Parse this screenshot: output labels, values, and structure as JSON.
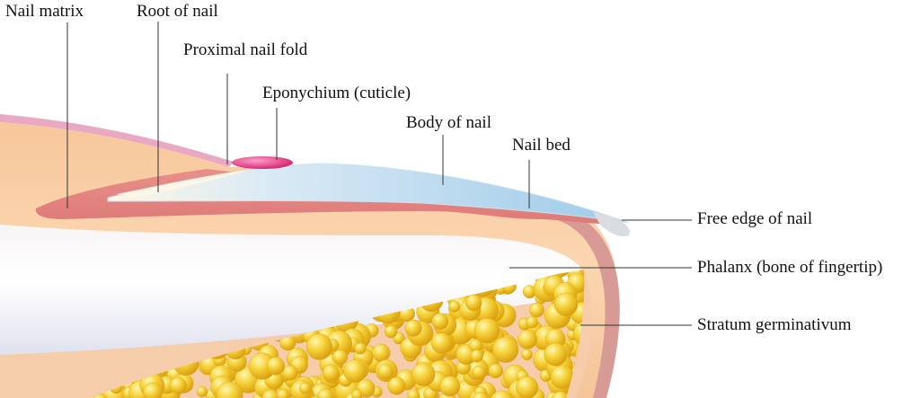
{
  "labels": {
    "nail_matrix": "Nail matrix",
    "root_of_nail": "Root of nail",
    "proximal_nail_fold": "Proximal nail fold",
    "eponychium": "Eponychium (cuticle)",
    "body_of_nail": "Body of nail",
    "nail_bed": "Nail bed",
    "free_edge": "Free edge of nail",
    "phalanx": "Phalanx (bone of fingertip)",
    "stratum": "Stratum germinativum"
  },
  "colors": {
    "skin_outer": "#f5c9a0",
    "skin_inner": "#f9d9b6",
    "bone_light": "#eef0f7",
    "nail_bed_pink": "#e48a86",
    "nail_blue": "#b8d8ee",
    "cuticle_magenta": "#e0307a",
    "fat_yellow": "#f3c51e",
    "leader_line": "#333333"
  }
}
